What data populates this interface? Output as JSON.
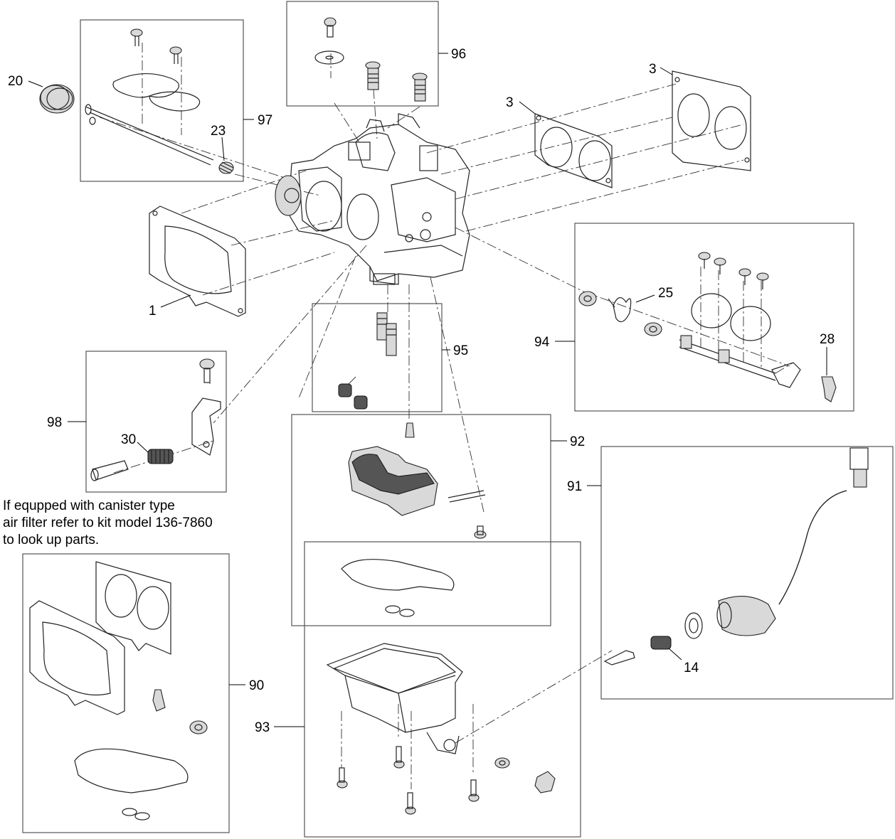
{
  "note_lines": [
    "If equpped with canister type",
    "air filter refer to kit model 136-7860",
    "to look up parts."
  ],
  "callouts": {
    "c20": "20",
    "c97": "97",
    "c23": "23",
    "c96": "96",
    "c3a": "3",
    "c3b": "3",
    "c1": "1",
    "c25": "25",
    "c94": "94",
    "c28": "28",
    "c95": "95",
    "c98": "98",
    "c30": "30",
    "c92": "92",
    "c91": "91",
    "c90": "90",
    "c93": "93",
    "c14": "14"
  }
}
